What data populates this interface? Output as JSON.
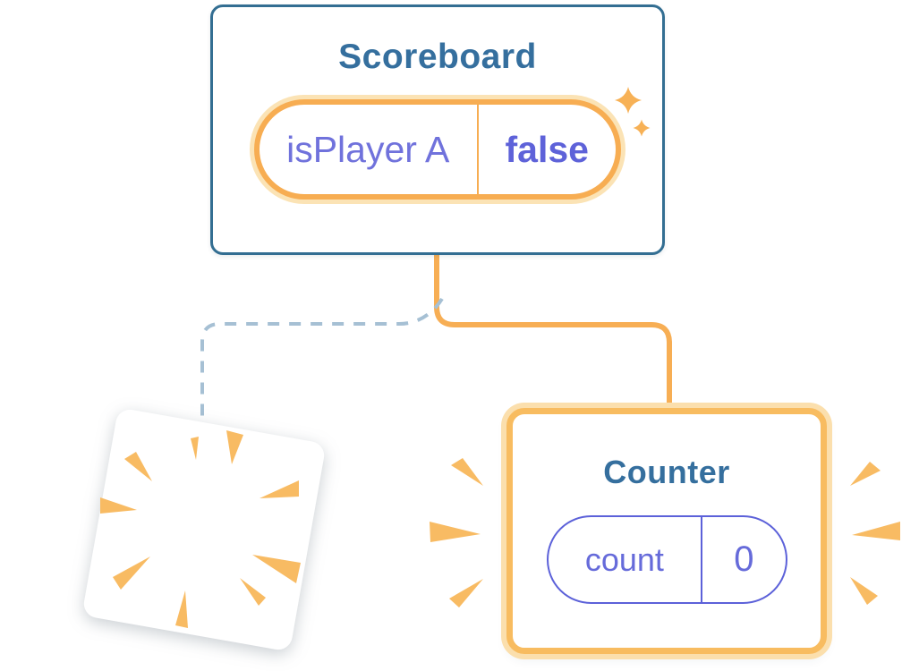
{
  "scoreboard_card": {
    "title": "Scoreboard",
    "state": {
      "name": "isPlayer A",
      "value": "false"
    }
  },
  "counter_card": {
    "title": "Counter",
    "state": {
      "name": "count",
      "value": "0"
    }
  },
  "icons": {
    "sparkles": "sparkles-icon",
    "poof": "poof-burst-icon",
    "emphasis_left": "emphasis-rays-left-icon",
    "emphasis_right": "emphasis-rays-right-icon"
  },
  "colors": {
    "background": "#FFFFFF",
    "card_outline_blue": "#336E92",
    "title_blue": "#356F9E",
    "accent_orange": "#F7AD52",
    "accent_orange_light": "#FBE3B5",
    "counter_border_orange": "#F8BC60",
    "counter_ring_orange": "#FBDFAD",
    "burst_orange": "#F8BB63",
    "state_indigo": "#6468DA",
    "state_indigo_bold": "#5E62D9",
    "dashed_connector_blue": "#A6C0D4"
  }
}
